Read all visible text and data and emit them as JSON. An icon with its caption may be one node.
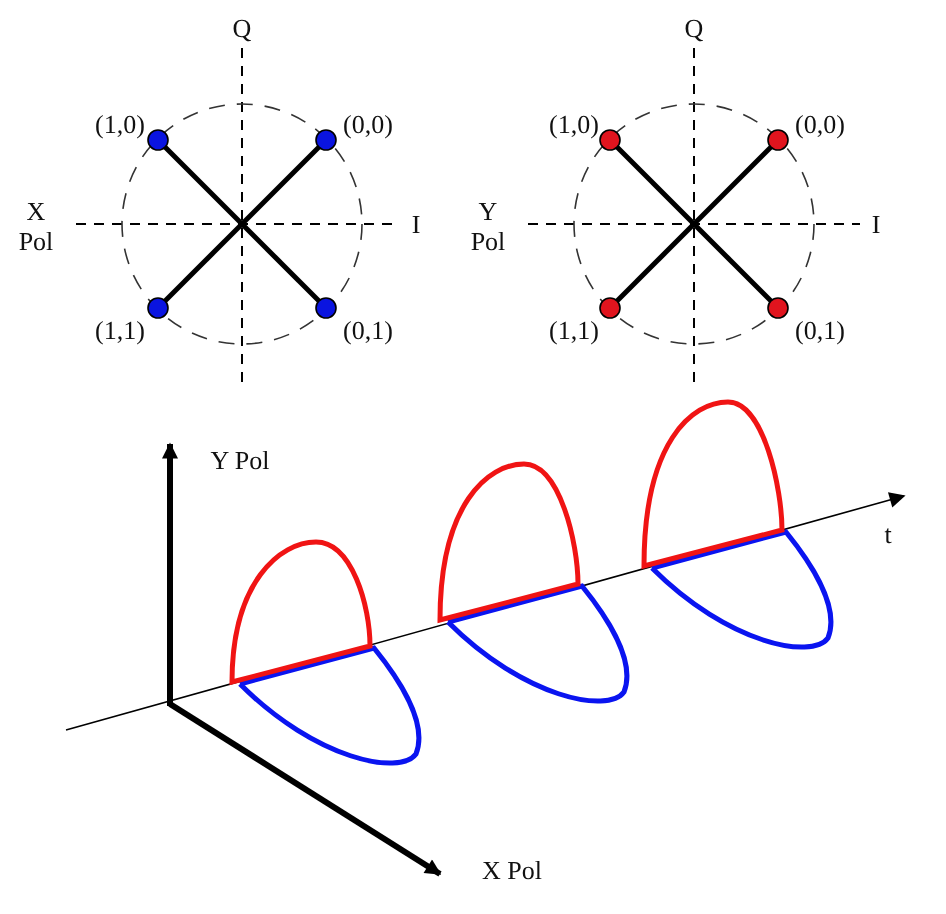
{
  "diagram": {
    "labels": [
      "Q",
      "Q",
      "(1,0)",
      "(0,0)",
      "(1,0)",
      "(0,0)",
      "X Pol",
      "I",
      "Y Pol",
      "I",
      "(1,1)",
      "(0,1)",
      "(1,1)",
      "(0,1)",
      "Y Pol",
      "t",
      "X Pol"
    ]
  }
}
